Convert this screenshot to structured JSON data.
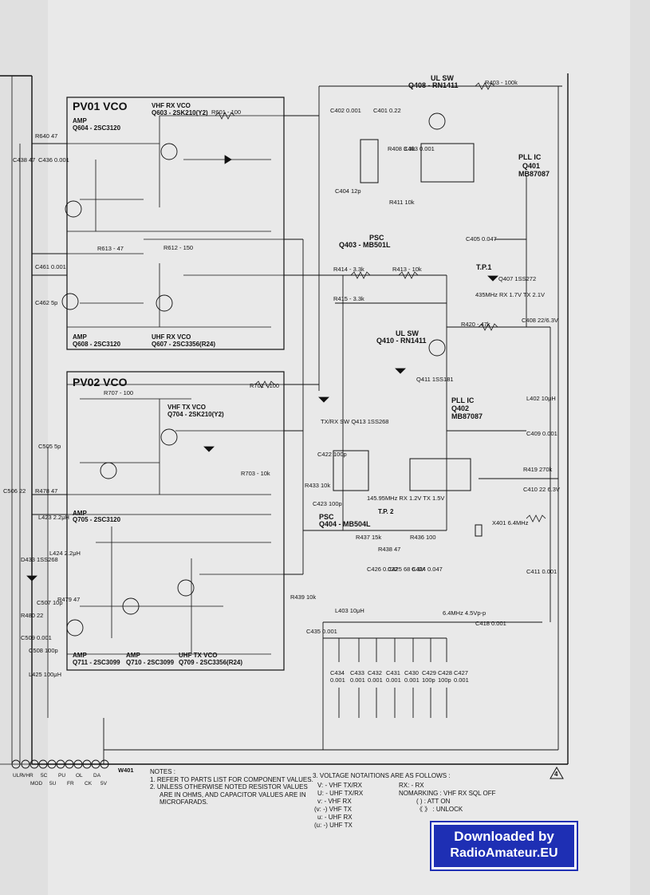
{
  "blocks": {
    "pv01": "PV01 VCO",
    "pv02": "PV02 VCO"
  },
  "ics": {
    "q401_title": "PLL IC",
    "q401_name": "Q401",
    "q401_part": "MB87087",
    "q402_title": "PLL IC",
    "q402_name": "Q402",
    "q402_part": "MB87087",
    "q403_title": "PSC",
    "q403_part": "Q403 - MB501L",
    "q404_title": "PSC",
    "q404_part": "Q404 - MB504L",
    "q408_title": "UL SW",
    "q408_part": "Q408 - RN1411",
    "q410_title": "UL SW",
    "q410_part": "Q410 - RN1411"
  },
  "transistors": {
    "q603": "VHF RX VCO",
    "q603_part": "Q603 - 2SK210(Y2)",
    "q604": "AMP",
    "q604_part": "Q604 - 2SC3120",
    "q608": "AMP",
    "q608_part": "Q608 - 2SC3120",
    "q607": "UHF RX VCO",
    "q607_part": "Q607 - 2SC3356(R24)",
    "q704": "VHF TX VCO",
    "q704_part": "Q704 - 2SK210(Y2)",
    "q705": "AMP",
    "q705_part": "Q705 - 2SC3120",
    "q711": "AMP",
    "q711_part": "Q711 - 2SC3099",
    "q710": "AMP",
    "q710_part": "Q710 - 2SC3099",
    "q709": "UHF TX VCO",
    "q709_part": "Q709 - 2SC3356(R24)"
  },
  "components": {
    "r403": "R403 - 100k",
    "r601": "R601 - 100",
    "r701": "R701 - 100",
    "r707": "R707 - 100",
    "r612": "R612 - 150",
    "r613": "R613 - 47",
    "r414": "R414 - 3.3k",
    "r413": "R413 - 10k",
    "r415": "R415 - 3.3k",
    "r420": "R420 - 47k",
    "r703": "R703 - 10k",
    "c402": "C402 0.001",
    "c401": "C401 0.22",
    "c403": "C403 0.001",
    "r408": "R408 3.3k",
    "c404": "C404 12p",
    "r411": "R411 10k",
    "c405": "C405 0.047",
    "tp1": "T.P.1",
    "tp2": "T.P. 2",
    "q407": "Q407 1SS272",
    "q411": "Q411 1SS181",
    "q413": "TX/RX SW Q413 1SS268",
    "c408": "C408 22/6.3V",
    "l402": "L402 10μH",
    "c409": "C409 0.001",
    "r419": "R419 270k",
    "c410": "C410 22 6.3V",
    "c411": "C411 0.001",
    "x401": "X401 6.4MHz",
    "osc": "6.4MHz 4.5Vp-p",
    "c418": "C418 0.001",
    "l403": "L403 10μH",
    "c435": "C435 0.001",
    "r439": "R439 10k",
    "w401": "W401",
    "c426": "C426 0.022",
    "c425": "C425 68 6.3V",
    "c424": "C424 0.047",
    "r437": "R437 15k",
    "r438": "R438 47",
    "r436": "R436 100",
    "c422": "C422 100p",
    "c423": "C423 100p",
    "r433": "R433 10k",
    "tp2_f": "145.95MHz RX 1.2V TX 1.5V",
    "tp1_f": "435MHz RX 1.7V TX 2.1V",
    "c506": "C506 22",
    "r478": "R478 47",
    "c505": "C505 5p",
    "c507": "C507 10p",
    "r480": "R480 22",
    "c509": "C509 0.001",
    "c508": "C508 100p",
    "l425": "L425 100μH",
    "l424": "L424 2.2μH",
    "l423": "L423 2.2μH",
    "d433": "D433 1SS268",
    "r479": "R479 47",
    "c461": "C461 0.001",
    "c462": "C462 5p",
    "r640": "R640 47",
    "c436": "C436 0.001",
    "c438": "C438 47"
  },
  "bottom_caps": [
    "C434",
    "C433",
    "C432",
    "C431",
    "C430",
    "C429",
    "C428",
    "C427"
  ],
  "bottom_caps_values": [
    "0.001",
    "0.001",
    "0.001",
    "0.001",
    "0.001",
    "100p",
    "100p",
    "0.001"
  ],
  "connector_pins": [
    "ULR",
    "VHR",
    "MOD",
    "5C",
    "5U",
    "PU",
    "FR",
    "OL",
    "CK",
    "DA",
    "5V"
  ],
  "notes": {
    "title": "NOTES :",
    "n1": "1. REFER TO PARTS LIST FOR COMPONENT VALUES.",
    "n2a": "2. UNLESS OTHERWISE NOTED RESISTOR VALUES",
    "n2b": "ARE IN OHMS, AND CAPACITOR VALUES ARE IN",
    "n2c": "MICROFARADS."
  },
  "voltage_notes": {
    "title": "3. VOLTAGE NOTAITIONS ARE AS FOLLOWS :",
    "v": "V:   -  VHF TX/RX",
    "u": "U:   -  UHF TX/RX",
    "v_small": "v:   -  VHF RX",
    "v_paren": "(v:  -)  VHF TX",
    "u_small": "u:   -  UHF RX",
    "u_paren": "(u:  -)  UHF TX",
    "rx": "RX:  -  RX",
    "nomark": "NOMARKING : VHF RX SQL OFF",
    "att": "(   ) :  ATT ON",
    "unlock": "《  》 :  UNLOCK"
  },
  "figure_number": "4",
  "download_badge": {
    "line1": "Downloaded by",
    "line2": "RadioAmateur.EU"
  }
}
